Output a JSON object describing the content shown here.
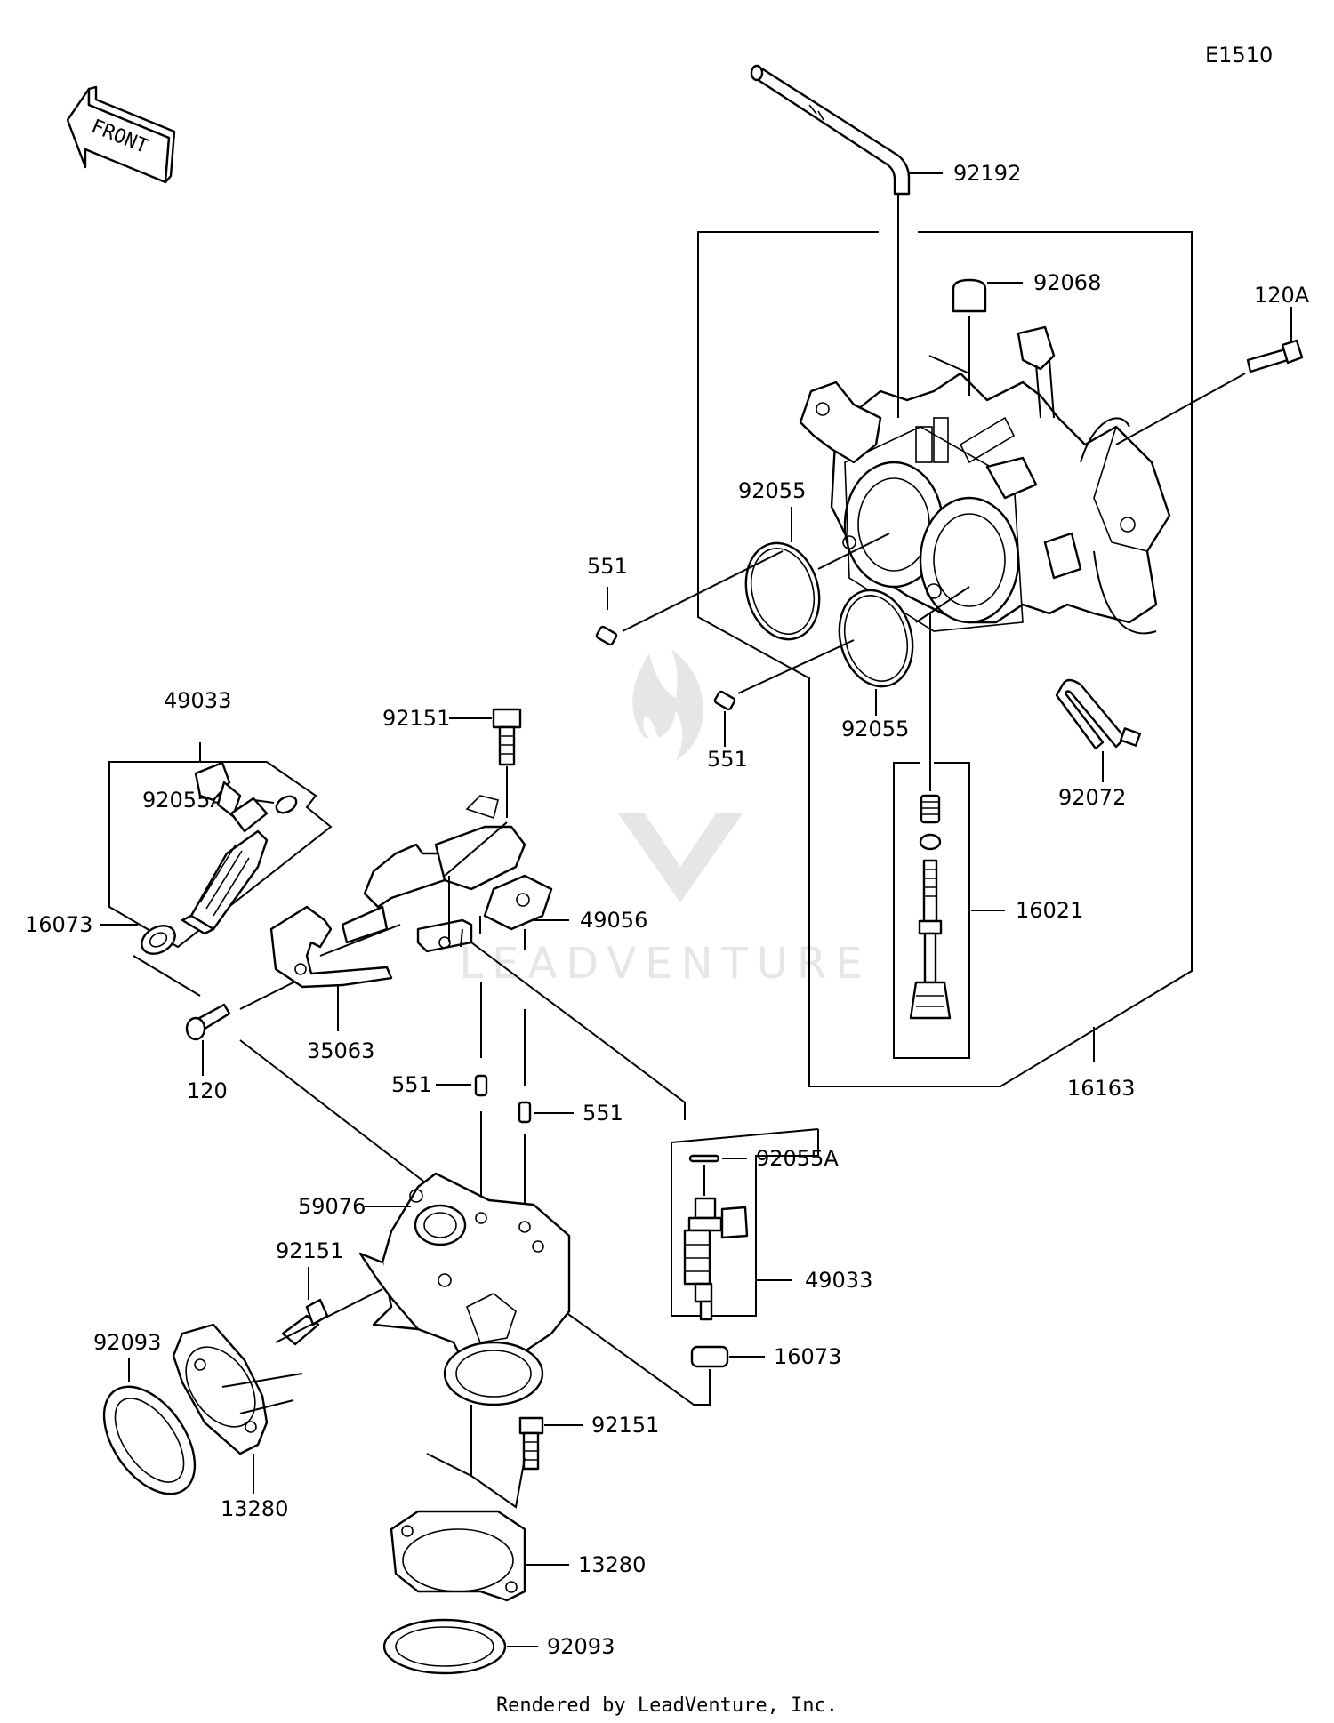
{
  "diagram_code": "E1510",
  "front_label": "FRONT",
  "footer": "Rendered by LeadVenture, Inc.",
  "watermark": "LEADVENTURE",
  "labels": {
    "p92192": "92192",
    "p92068": "92068",
    "p120A": "120A",
    "p92055_a": "92055",
    "p551_a": "551",
    "p92055_b": "92055",
    "p551_b": "551",
    "p92072": "92072",
    "p16021": "16021",
    "p16163": "16163",
    "p49033_a": "49033",
    "p92055A_a": "92055A",
    "p16073_a": "16073",
    "p120": "120",
    "p35063": "35063",
    "p92151_a": "92151",
    "p49056": "49056",
    "p551_c": "551",
    "p551_d": "551",
    "p92055A_b": "92055A",
    "p49033_b": "49033",
    "p16073_b": "16073",
    "p59076": "59076",
    "p92151_b": "92151",
    "p92093_a": "92093",
    "p13280_a": "13280",
    "p92151_c": "92151",
    "p13280_b": "13280",
    "p92093_b": "92093"
  }
}
